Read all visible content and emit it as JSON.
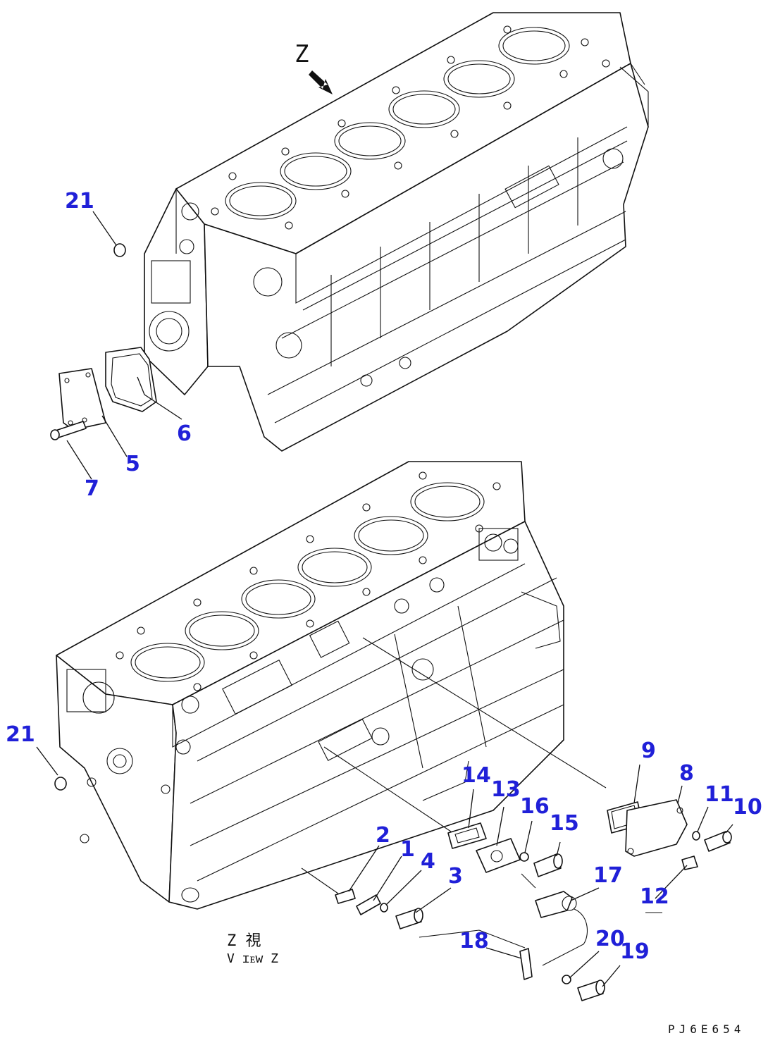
{
  "view_marker": {
    "letter": "Z"
  },
  "view_caption": {
    "line1": "Z 視",
    "line2": "V ɪᴇw Z"
  },
  "doc_code": "PJ6E654",
  "colors": {
    "callout": "#2020d8",
    "line": "#111111",
    "background": "#ffffff"
  },
  "callouts": [
    {
      "id": "21-top",
      "label": "21"
    },
    {
      "id": "6",
      "label": "6"
    },
    {
      "id": "5",
      "label": "5"
    },
    {
      "id": "7",
      "label": "7"
    },
    {
      "id": "21-bottom",
      "label": "21"
    },
    {
      "id": "9",
      "label": "9"
    },
    {
      "id": "8",
      "label": "8"
    },
    {
      "id": "11",
      "label": "11"
    },
    {
      "id": "10",
      "label": "10"
    },
    {
      "id": "14",
      "label": "14"
    },
    {
      "id": "13",
      "label": "13"
    },
    {
      "id": "16",
      "label": "16"
    },
    {
      "id": "15",
      "label": "15"
    },
    {
      "id": "2",
      "label": "2"
    },
    {
      "id": "1",
      "label": "1"
    },
    {
      "id": "4",
      "label": "4"
    },
    {
      "id": "3",
      "label": "3"
    },
    {
      "id": "17",
      "label": "17"
    },
    {
      "id": "12",
      "label": "12"
    },
    {
      "id": "18",
      "label": "18"
    },
    {
      "id": "20",
      "label": "20"
    },
    {
      "id": "19",
      "label": "19"
    }
  ]
}
